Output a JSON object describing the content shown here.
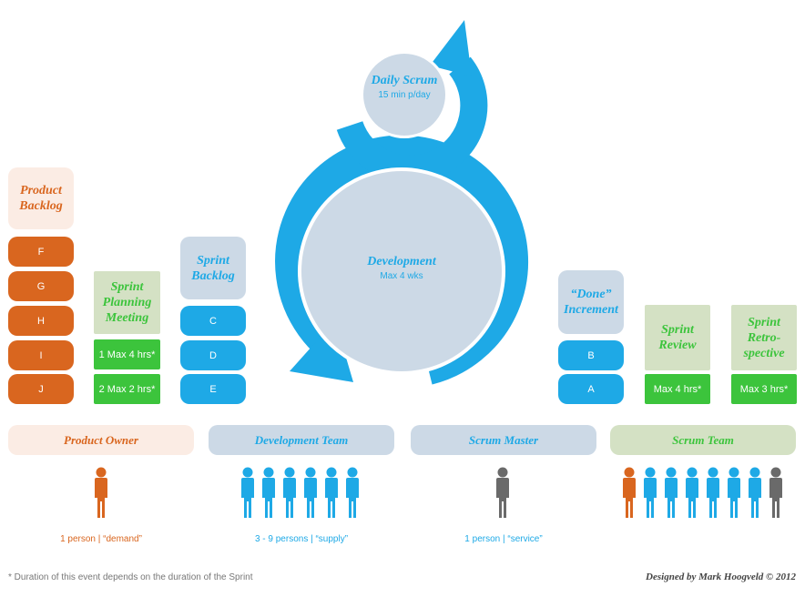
{
  "colors": {
    "orange": "#d9661f",
    "blue": "#1ea9e6",
    "green": "#3cc43c",
    "grey": "#6a6a6a",
    "pale_blue": "#ccd9e6",
    "pale_green": "#d4e1c4",
    "cream": "#fbece4"
  },
  "cycle": {
    "daily_scrum_title": "Daily Scrum",
    "daily_scrum_time": "15 min p/day",
    "development_title": "Development",
    "development_time": "Max 4 wks"
  },
  "product_backlog": {
    "title": "Product Backlog",
    "items": [
      "F",
      "G",
      "H",
      "I",
      "J"
    ]
  },
  "sprint_planning": {
    "title": "Sprint Planning Meeting",
    "items": [
      "1 Max 4 hrs*",
      "2 Max 2 hrs*"
    ]
  },
  "sprint_backlog": {
    "title": "Sprint Backlog",
    "items": [
      "C",
      "D",
      "E"
    ]
  },
  "done_increment": {
    "title": "“Done” Increment",
    "items": [
      "B",
      "A"
    ]
  },
  "sprint_review": {
    "title": "Sprint Review",
    "time": "Max 4 hrs*"
  },
  "sprint_retrospective": {
    "title": "Sprint Retro-spective",
    "time": "Max 3 hrs*"
  },
  "roles": {
    "product_owner": "Product Owner",
    "development_team": "Development Team",
    "scrum_master": "Scrum Master",
    "scrum_team": "Scrum Team"
  },
  "captions": {
    "product_owner": "1 person | “demand”",
    "development_team": "3 - 9 persons | “supply”",
    "scrum_master": "1 person | “service”"
  },
  "footnote": "* Duration of this event depends on the duration of the Sprint",
  "credit": "Designed by Mark Hoogveld © 2012"
}
